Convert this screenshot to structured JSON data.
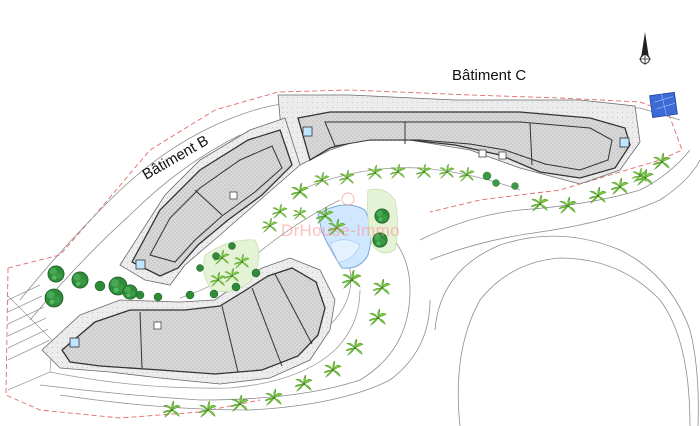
{
  "labels": {
    "building_b": "Bâtiment B",
    "building_c": "Bâtiment C"
  },
  "watermark": "DrHouse-Immo",
  "colors": {
    "building_fill": "#d6d6d6",
    "building_stroke": "#3d3d3d",
    "terrace_fill": "#efefef",
    "property_line": "#e85a5a",
    "path_line": "#8a8a8a",
    "palm_green": "#6fbf3a",
    "tree_green": "#2f8f3a",
    "pool_water": "#cfe8ff",
    "solar_blue": "#3a6fd8",
    "watermark": "#ff8c8c"
  },
  "icons": [
    "north-arrow-icon",
    "palm-tree-icon",
    "round-tree-icon",
    "skylight-icon",
    "solar-panel-icon"
  ]
}
